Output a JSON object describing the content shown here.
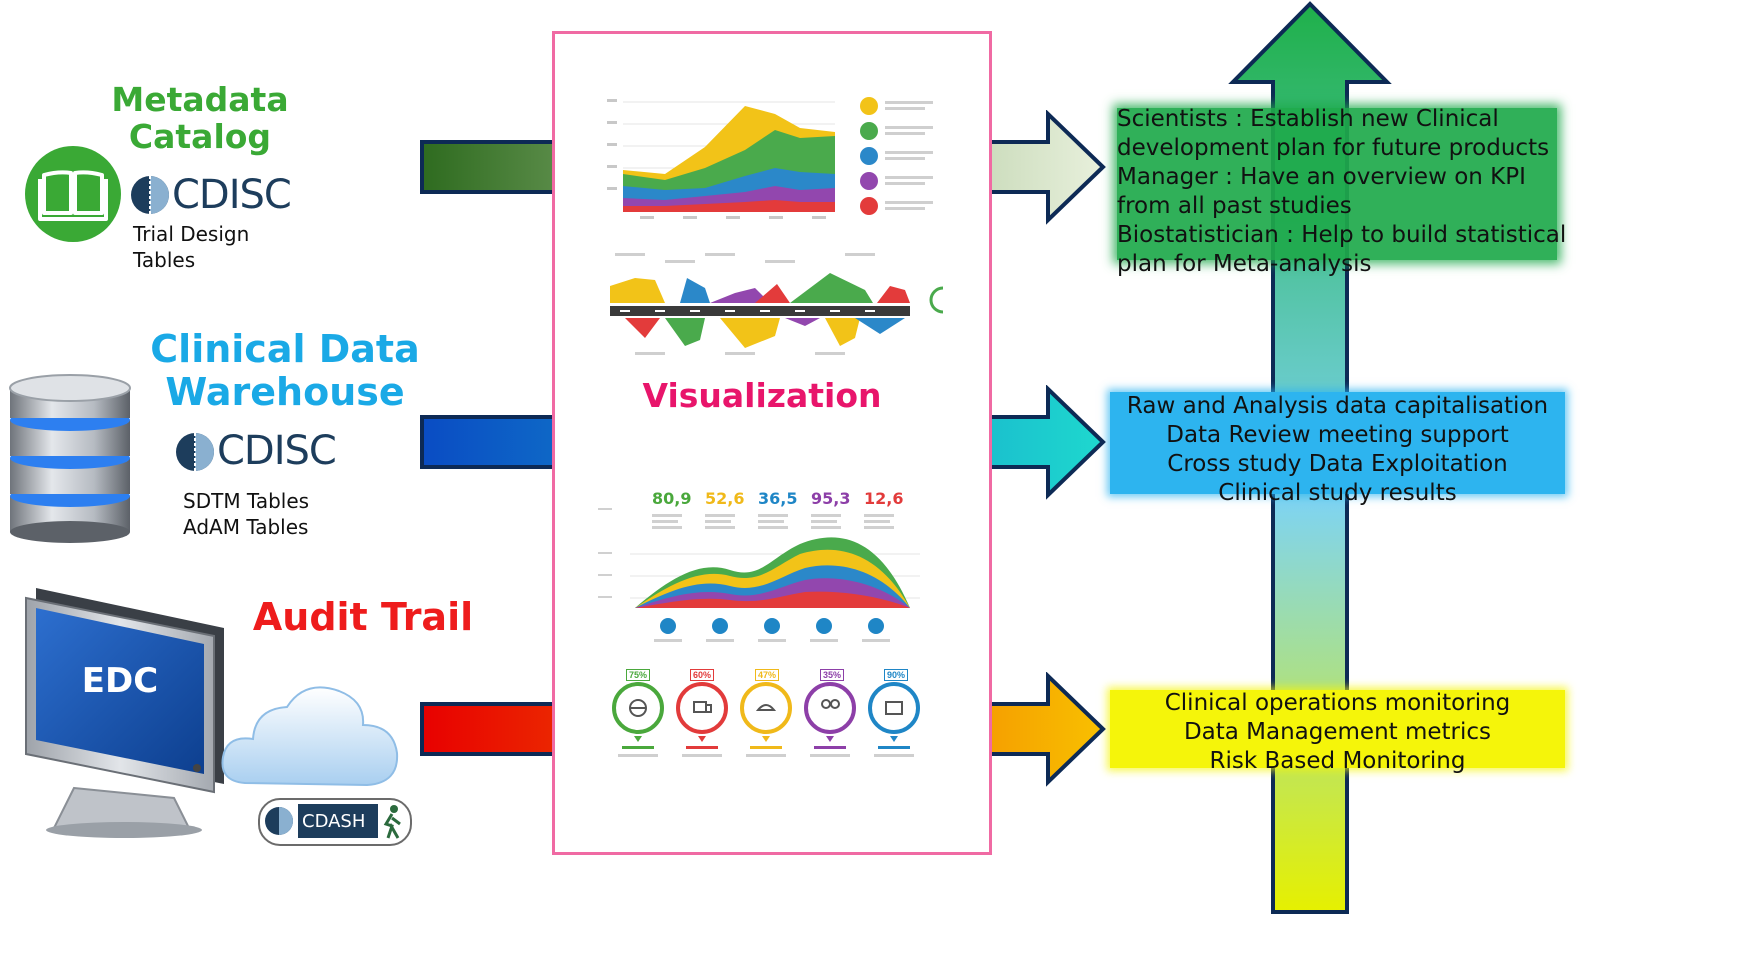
{
  "metadata": {
    "title_line1": "Metadata",
    "title_line2": "Catalog",
    "logo_text": "CDISC",
    "caption_line1": "Trial Design",
    "caption_line2": "Tables",
    "title_color": "#3aa935",
    "icon": "open-book-icon"
  },
  "warehouse": {
    "title_line1": "Clinical Data",
    "title_line2": "Warehouse",
    "logo_text": "CDISC",
    "caption_line1": "SDTM Tables",
    "caption_line2": "AdAM Tables",
    "title_color": "#1aa9e6",
    "icon": "database-icon"
  },
  "audit": {
    "title": "Audit Trail",
    "monitor_label": "EDC",
    "logo_text": "CDASH",
    "title_color": "#ee1c1c",
    "icons": [
      "computer-monitor-icon",
      "cloud-icon"
    ]
  },
  "visualization": {
    "title": "Visualization",
    "title_color": "#e8156b",
    "frame_color": "#f06aa3",
    "kpi_values": [
      "80,9",
      "52,6",
      "36,5",
      "95,3",
      "12,6"
    ],
    "kpi_colors": [
      "#4aa83c",
      "#f0b91a",
      "#1f86c6",
      "#8d3fa8",
      "#e23b3b"
    ],
    "badge_labels": [
      "75%",
      "60%",
      "47%",
      "35%",
      "90%"
    ]
  },
  "outputs": {
    "top": {
      "lines": [
        "Scientists : Establish new Clinical",
        "development plan for future products",
        "Manager : Have an overview on KPI",
        "from all past studies",
        "Biostatistician : Help to build statistical",
        "plan for Meta-analysis"
      ],
      "color": "#1ea94b"
    },
    "middle": {
      "lines": [
        "Raw and Analysis data capitalisation",
        "Data Review meeting support",
        "Cross study Data Exploitation",
        "Clinical study results"
      ],
      "color": "#2db4ef"
    },
    "bottom": {
      "lines": [
        "Clinical operations monitoring",
        "Data Management metrics",
        "Risk Based Monitoring"
      ],
      "color": "#f5f50a"
    }
  },
  "arrow_colors": {
    "top": [
      "#2e6b1f",
      "#e8f0dc"
    ],
    "middle": [
      "#0a4cc4",
      "#1ed8cf"
    ],
    "bottom": [
      "#e80000",
      "#f8c000"
    ],
    "vertical": [
      "#e6f000",
      "#7fd4f0",
      "#1fb04a"
    ]
  }
}
